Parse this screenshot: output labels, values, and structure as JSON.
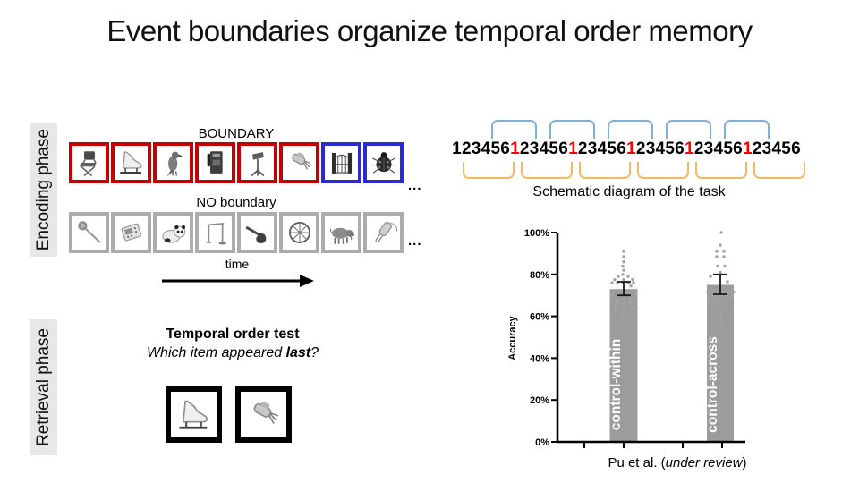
{
  "slide": {
    "title": "Event boundaries organize temporal order memory"
  },
  "colors": {
    "red_border": "#C40000",
    "blue_border": "#2B2BD5",
    "gray_border": "#ACACAC",
    "black_border": "#000000",
    "across_bracket": "#7EB2DE",
    "within_bracket": "#F5B963",
    "red_digit": "#FF0000",
    "bar_fill": "#9C9C9C",
    "dot_fill": "#A3A3A3",
    "phase_label_bg": "#E7E7E7"
  },
  "encoding": {
    "label": "Encoding phase",
    "boundary_row": {
      "caption": "BOUNDARY",
      "ellipsis": "...",
      "items": [
        {
          "icon": "chair",
          "border": "red_border"
        },
        {
          "icon": "ice-skate",
          "border": "red_border"
        },
        {
          "icon": "bird",
          "border": "red_border"
        },
        {
          "icon": "payphone",
          "border": "red_border"
        },
        {
          "icon": "music-stand",
          "border": "red_border"
        },
        {
          "icon": "hand-mixer",
          "border": "red_border"
        },
        {
          "icon": "gate",
          "border": "blue_border"
        },
        {
          "icon": "ladybug",
          "border": "blue_border"
        }
      ]
    },
    "no_boundary_row": {
      "caption": "NO boundary",
      "ellipsis": "...",
      "items": [
        {
          "icon": "fly-swatter",
          "border": "gray_border"
        },
        {
          "icon": "calculator",
          "border": "gray_border"
        },
        {
          "icon": "panda",
          "border": "gray_border"
        },
        {
          "icon": "clothes-rack",
          "border": "gray_border"
        },
        {
          "icon": "pipe",
          "border": "gray_border"
        },
        {
          "icon": "wagon-wheel",
          "border": "gray_border"
        },
        {
          "icon": "boar",
          "border": "gray_border"
        },
        {
          "icon": "hand-blender",
          "border": "gray_border"
        }
      ]
    },
    "time_label": "time"
  },
  "retrieval": {
    "label": "Retrieval phase",
    "test_title": "Temporal order test",
    "question_prefix": "Which item appeared ",
    "question_bold": "last",
    "question_suffix": "?",
    "choices": [
      {
        "icon": "ice-skate"
      },
      {
        "icon": "hand-mixer"
      }
    ]
  },
  "schematic": {
    "caption": "Schematic diagram of the task",
    "groups": [
      "123456",
      "123456",
      "123456",
      "123456",
      "123456",
      "123456"
    ],
    "red_digit_positions": [
      7,
      13,
      19,
      25,
      31
    ],
    "across_pairs": [
      [
        5,
        9
      ],
      [
        11,
        15
      ],
      [
        17,
        21
      ],
      [
        23,
        27
      ],
      [
        29,
        33
      ]
    ],
    "within_pairs": [
      [
        2,
        6
      ],
      [
        8,
        12
      ],
      [
        14,
        18
      ],
      [
        20,
        24
      ],
      [
        26,
        30
      ],
      [
        32,
        36
      ]
    ]
  },
  "chart_data": {
    "type": "bar",
    "ylabel": "Accuracy",
    "ylim": [
      0,
      100
    ],
    "yticks": [
      {
        "value": 0,
        "label": "0%"
      },
      {
        "value": 20,
        "label": "20%"
      },
      {
        "value": 40,
        "label": "40%"
      },
      {
        "value": 60,
        "label": "60%"
      },
      {
        "value": 80,
        "label": "80%"
      },
      {
        "value": 100,
        "label": "100%"
      }
    ],
    "categories": [
      "control-within",
      "control-across"
    ],
    "values": [
      73,
      75
    ],
    "error_low": [
      70,
      70.5
    ],
    "error_high": [
      76.5,
      80
    ],
    "points": [
      [
        [
          0,
          91
        ],
        [
          0,
          88.5
        ],
        [
          0,
          86
        ],
        [
          -1,
          84
        ],
        [
          0,
          82
        ],
        [
          -1,
          80
        ],
        [
          -6,
          79
        ],
        [
          5,
          79
        ],
        [
          -10,
          77.5
        ],
        [
          0,
          77.5
        ],
        [
          10,
          77.5
        ],
        [
          -13,
          76
        ],
        [
          -7,
          76
        ],
        [
          -1,
          76
        ],
        [
          5,
          76
        ],
        [
          11,
          76
        ],
        [
          8,
          74.5
        ],
        [
          12,
          72.5
        ],
        [
          -13,
          70
        ],
        [
          -7,
          70
        ],
        [
          0,
          70
        ],
        [
          7,
          70
        ],
        [
          13,
          70
        ],
        [
          -7,
          68
        ],
        [
          0,
          68
        ],
        [
          7,
          68
        ],
        [
          -7,
          66
        ],
        [
          0,
          66
        ],
        [
          7,
          66
        ],
        [
          -10,
          64
        ],
        [
          0,
          64
        ],
        [
          10,
          64
        ],
        [
          0,
          62
        ],
        [
          0,
          60
        ],
        [
          0,
          57.5
        ]
      ],
      [
        [
          1,
          100
        ],
        [
          0,
          94
        ],
        [
          -4,
          91
        ],
        [
          4,
          91
        ],
        [
          -4,
          88.5
        ],
        [
          4,
          88.5
        ],
        [
          -3,
          84
        ],
        [
          5,
          84
        ],
        [
          0,
          81
        ],
        [
          -11,
          79
        ],
        [
          8,
          76.5
        ],
        [
          -14,
          71.5
        ],
        [
          -8,
          71.5
        ],
        [
          -2,
          71.5
        ],
        [
          4,
          71.5
        ],
        [
          10,
          71.5
        ],
        [
          15,
          71.5
        ],
        [
          -11,
          69.5
        ],
        [
          -5,
          69.5
        ],
        [
          1,
          69.5
        ],
        [
          7,
          69.5
        ],
        [
          13,
          69.5
        ],
        [
          -8,
          67.5
        ],
        [
          -2,
          67.5
        ],
        [
          4,
          67.5
        ],
        [
          0,
          65
        ],
        [
          1,
          61
        ],
        [
          0,
          58.5
        ],
        [
          1,
          55.5
        ]
      ]
    ]
  },
  "citation": {
    "prefix": "Pu et al. (",
    "italic": "under review",
    "suffix": ")"
  }
}
